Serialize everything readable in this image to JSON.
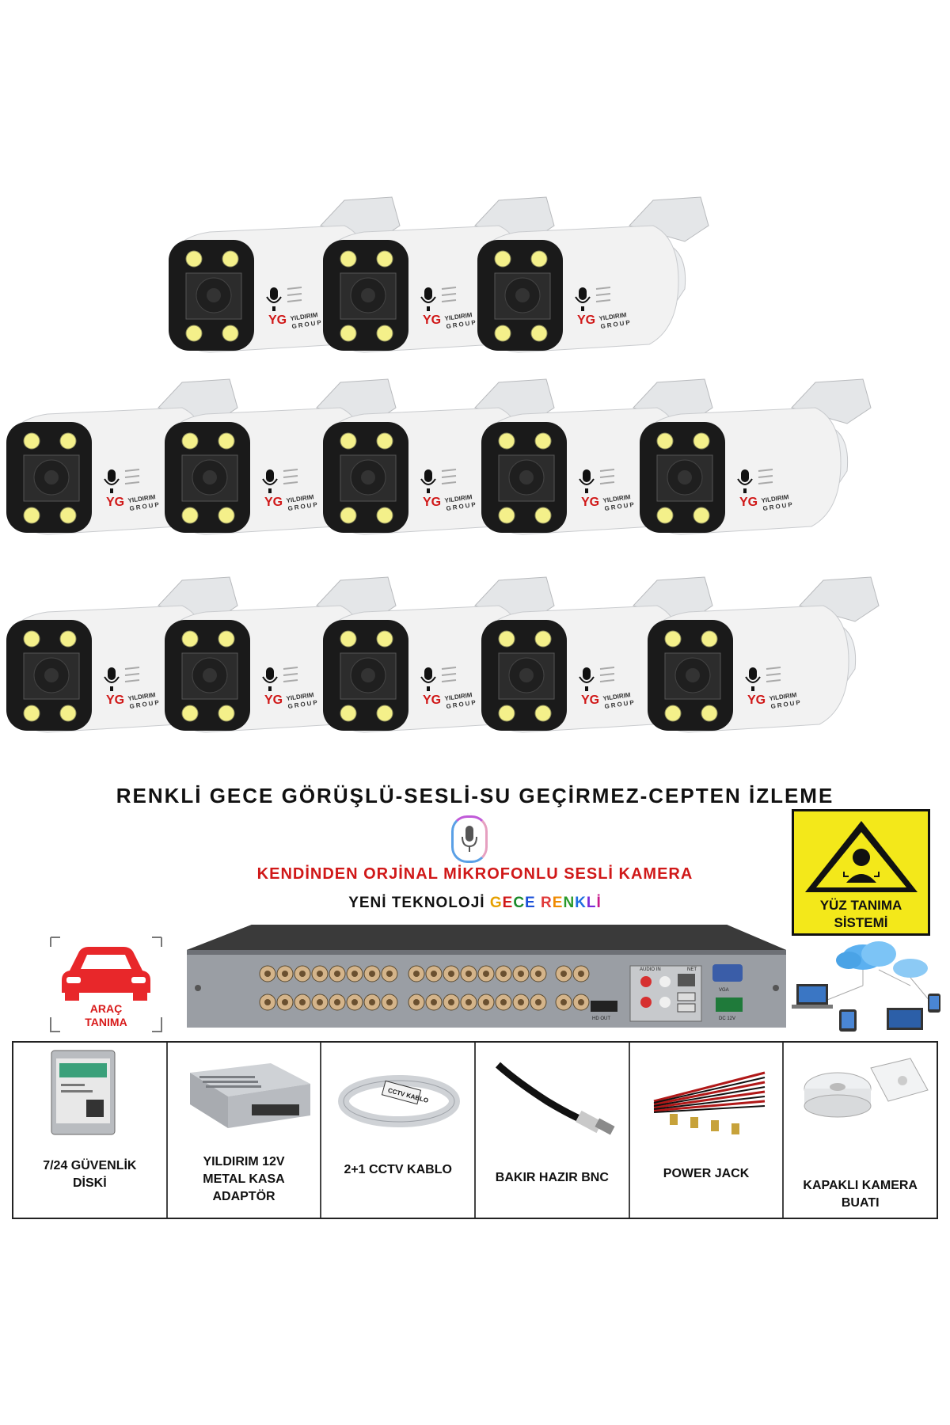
{
  "brand": {
    "logo_line1": "YILDIRIM",
    "logo_line2": "GROUP"
  },
  "headlines": {
    "main": "RENKLİ GECE GÖRÜŞLÜ-SESLİ-SU GEÇİRMEZ-CEPTEN İZLEME",
    "mic": "KENDİNDEN ORJİNAL MİKROFONLU SESLİ KAMERA",
    "tech_prefix": "YENİ TEKNOLOJİ ",
    "tech_word1": [
      "G",
      "E",
      "C",
      "E"
    ],
    "tech_word2": [
      "R",
      "E",
      "N",
      "K",
      "L",
      "İ"
    ]
  },
  "face_sign": {
    "line1": "YÜZ TANIMA",
    "line2": "SİSTEMİ"
  },
  "car_badge": {
    "line1": "ARAÇ",
    "line2": "TANIMA"
  },
  "dvr": {
    "label_net": "NET",
    "label_vga": "VGA",
    "label_audio": "AUDIO IN",
    "label_hdmi": "HD OUT",
    "label_power": "DC 12V"
  },
  "accessories": [
    {
      "id": "hdd",
      "label_lines": [
        "7/24 GÜVENLİK",
        "DİSKİ"
      ]
    },
    {
      "id": "psu",
      "label_lines": [
        "YILDIRIM 12V",
        "METAL KASA",
        "ADAPTÖR"
      ]
    },
    {
      "id": "cable",
      "label_lines": [
        "2+1 CCTV KABLO"
      ],
      "tag": "CCTV KABLO"
    },
    {
      "id": "bnc",
      "label_lines": [
        "BAKIR HAZIR BNC"
      ]
    },
    {
      "id": "jack",
      "label_lines": [
        "POWER JACK"
      ]
    },
    {
      "id": "box",
      "label_lines": [
        "KAPAKLI KAMERA",
        "BUATI"
      ]
    }
  ],
  "colors": {
    "accent_red": "#d01818",
    "sign_yellow": "#f3e81a",
    "camera_body": "#f2f2f2",
    "camera_face": "#1a1a1a",
    "led_yellow": "#f4f08a"
  },
  "camera_count": 13
}
